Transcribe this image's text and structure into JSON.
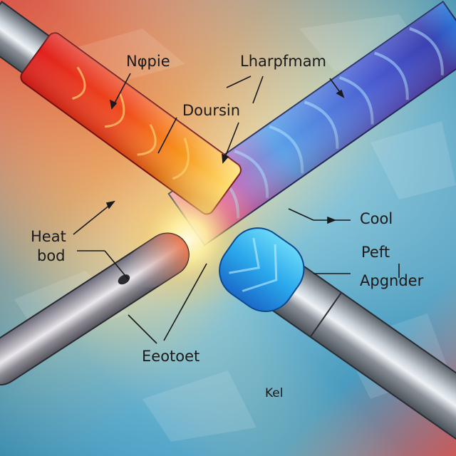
{
  "diagram": {
    "type": "illustrated pipe heat-transfer diagram",
    "background_gradient": [
      "#d9564a",
      "#e8a060",
      "#efd9a0",
      "#7fc0d6",
      "#3a8fb5",
      "#c95a5a"
    ],
    "pipes": {
      "hot_pipe": {
        "colors": [
          "#e82a2a",
          "#f05a1c",
          "#f7a51c",
          "#fff2a0"
        ],
        "description": "red-orange heated pipe section"
      },
      "cool_pipe": {
        "colors": [
          "#e85aa8",
          "#5a8ae0",
          "#3a3ab0",
          "#2a7ad8"
        ],
        "description": "blue cooled pipe section"
      },
      "cool_sleeve": {
        "colors": [
          "#3cc0f0",
          "#1a7ad8"
        ]
      },
      "steel": {
        "colors": [
          "#5a6068",
          "#b8c0c8",
          "#e8ecf0",
          "#7a8088"
        ]
      },
      "glow": "#fff6c0"
    },
    "labels": [
      {
        "id": "nipple",
        "text": "Nφpie"
      },
      {
        "id": "lharpfman",
        "text": "Lharpfmam"
      },
      {
        "id": "doursin",
        "text": "Doursin"
      },
      {
        "id": "heat_bod",
        "line1": "Heat",
        "line2": "bod"
      },
      {
        "id": "cool",
        "text": "Cool"
      },
      {
        "id": "peft",
        "text": "Peft"
      },
      {
        "id": "apgnder",
        "text": "Apgnder"
      },
      {
        "id": "eeotoet",
        "text": "Eeotoet"
      },
      {
        "id": "kel",
        "text": "Kel"
      }
    ]
  }
}
